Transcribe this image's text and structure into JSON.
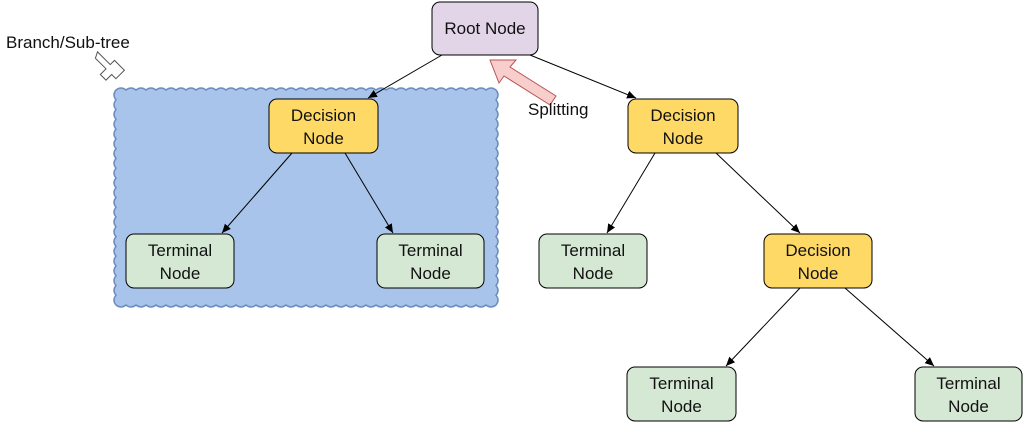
{
  "colors": {
    "root_fill": "#e1d5e7",
    "decision_fill": "#ffd966",
    "terminal_fill": "#d5e8d4",
    "branch_fill": "#a9c4eb",
    "split_arrow_fill": "#f8cecc",
    "split_arrow_stroke": "#b85450",
    "stroke": "#000000"
  },
  "labels": {
    "branch": "Branch/Sub-tree",
    "splitting": "Splitting"
  },
  "nodes": {
    "root": {
      "line1": "Root Node"
    },
    "decision_left": {
      "line1": "Decision",
      "line2": "Node"
    },
    "decision_right": {
      "line1": "Decision",
      "line2": "Node"
    },
    "decision_lower": {
      "line1": "Decision",
      "line2": "Node"
    },
    "terminal_1": {
      "line1": "Terminal",
      "line2": "Node"
    },
    "terminal_2": {
      "line1": "Terminal",
      "line2": "Node"
    },
    "terminal_3": {
      "line1": "Terminal",
      "line2": "Node"
    },
    "terminal_4": {
      "line1": "Terminal",
      "line2": "Node"
    },
    "terminal_5": {
      "line1": "Terminal",
      "line2": "Node"
    }
  }
}
